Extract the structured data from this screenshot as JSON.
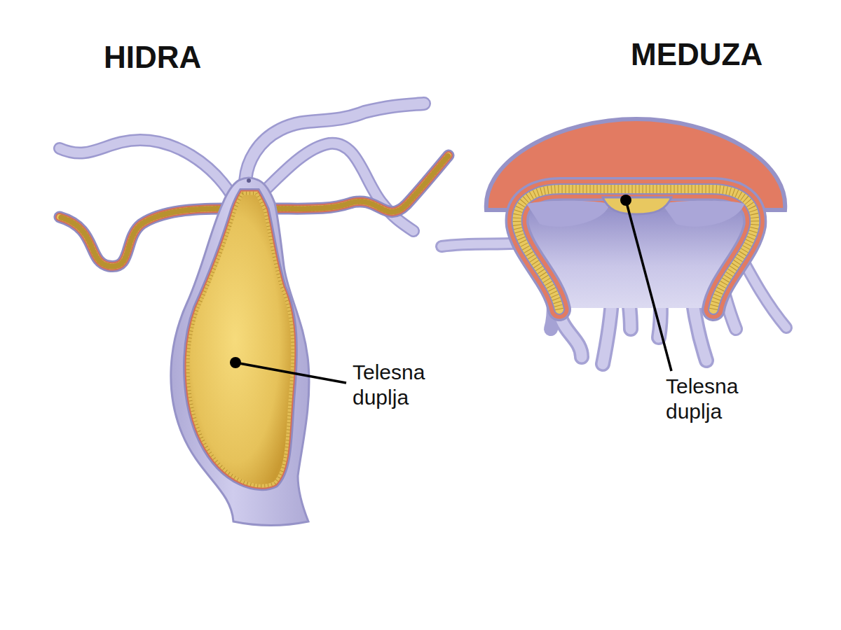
{
  "diagram": {
    "labels": [
      "HIDRA",
      "MEDUZA",
      "Telesna duplja",
      "Telesna duplja"
    ]
  }
}
